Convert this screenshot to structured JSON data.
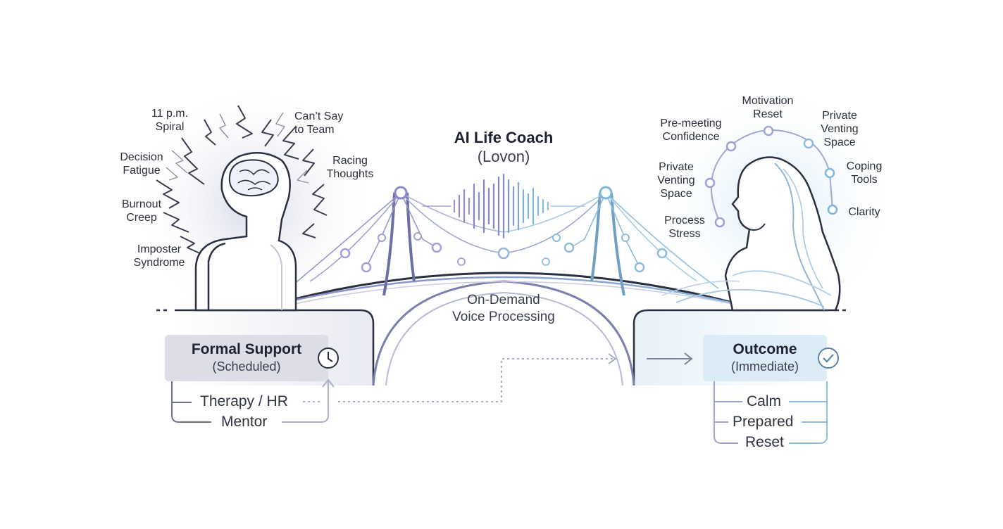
{
  "center": {
    "title": "AI Life Coach",
    "subtitle": "(Lovon)",
    "process_line1": "On-Demand",
    "process_line2": "Voice Processing"
  },
  "stressors": [
    {
      "line1": "11 p.m.",
      "line2": "Spiral"
    },
    {
      "line1": "Can’t Say",
      "line2": "to Team"
    },
    {
      "line1": "Decision",
      "line2": "Fatigue"
    },
    {
      "line1": "Racing",
      "line2": "Thoughts"
    },
    {
      "line1": "Burnout",
      "line2": "Creep"
    },
    {
      "line1": "Imposter",
      "line2": "Syndrome"
    }
  ],
  "benefits": [
    {
      "line1": "Motivation",
      "line2": "Reset"
    },
    {
      "line1": "Pre-meeting",
      "line2": "Confidence"
    },
    {
      "line1": "Private",
      "line2": "Venting",
      "line3": "Space"
    },
    {
      "line1": "Private",
      "line2": "Venting",
      "line3": "Space"
    },
    {
      "line1": "Coping",
      "line2": "Tools"
    },
    {
      "line1": "Clarity"
    },
    {
      "line1": "Process",
      "line2": "Stress"
    }
  ],
  "formal_support": {
    "title": "Formal Support",
    "subtitle": "(Scheduled)",
    "items": [
      "Therapy / HR",
      "Mentor"
    ],
    "icon": "clock-icon"
  },
  "outcome": {
    "title": "Outcome",
    "subtitle": "(Immediate)",
    "items": [
      "Calm",
      "Prepared",
      "Reset"
    ],
    "icon": "check-circle-icon"
  },
  "colors": {
    "ink": "#2b3040",
    "purple": "#8a86c8",
    "blue": "#7fb6dc",
    "box_left": "#dcdde6",
    "box_right": "#dcecf6"
  }
}
